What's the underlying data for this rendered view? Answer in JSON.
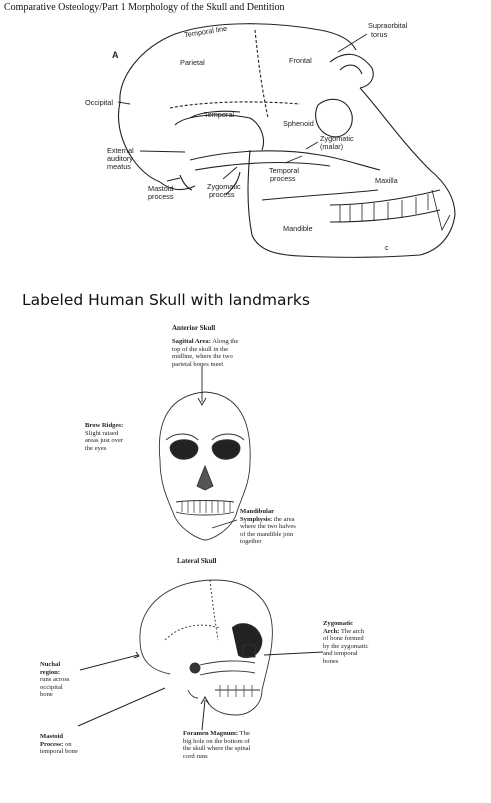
{
  "header": "Comparative Osteology/Part 1 Morphology of the Skull and Dentition",
  "ape_skull": {
    "panel_letter": "A",
    "corner_letter": "c",
    "labels": {
      "temporal_line": "Temporal line",
      "supraorbital_torus_1": "Supraorbital",
      "supraorbital_torus_2": "torus",
      "parietal": "Parietal",
      "frontal": "Frontal",
      "occipital": "Occipital",
      "temporal": "Temporal",
      "sphenoid": "Sphenoid",
      "zygomatic_malar_1": "Zygomatic",
      "zygomatic_malar_2": "(malar)",
      "ext_auditory_1": "External",
      "ext_auditory_2": "auditory",
      "ext_auditory_3": "meatus",
      "temporal_process_1": "Temporal",
      "temporal_process_2": "process",
      "maxilla": "Maxilla",
      "mastoid_1": "Mastoid",
      "mastoid_2": "process",
      "zygomatic_process_1": "Zygomatic",
      "zygomatic_process_2": "process",
      "mandible": "Mandible"
    }
  },
  "section_title": "Labeled Human Skull with landmarks",
  "human_skull": {
    "anterior_caption": "Anterior Skull",
    "lateral_caption": "Lateral Skull",
    "sagittal": {
      "term": "Sagittal Area:",
      "text": [
        "Along the",
        "top of the skull in the",
        "midline, where the two",
        "parietal bones meet"
      ]
    },
    "brow": {
      "term": "Brow Ridges:",
      "text": [
        "Slight raised",
        "areas just over",
        "the eyes"
      ]
    },
    "mandibular": {
      "term1": "Mandibular",
      "term2": "Symphysis:",
      "text": [
        "the area",
        "where the two halves",
        "of the mandible join",
        "together"
      ]
    },
    "zygomatic_arch": {
      "term1": "Zygomatic",
      "term2": "Arch:",
      "text": [
        "The arch",
        "of bone formed",
        "by the zygomatic",
        "and temporal",
        "bones"
      ]
    },
    "nuchal": {
      "term1": "Nuchal",
      "term2": "region:",
      "text": [
        "runs across",
        "occipital",
        "bone"
      ]
    },
    "mastoid": {
      "term1": "Mastoid",
      "term2": "Process:",
      "text": [
        "on",
        "temporal bone"
      ]
    },
    "foramen": {
      "term": "Foramen Magnum:",
      "text": [
        "The",
        "big hole on the bottom of",
        "the skull where the spinal",
        "cord runs"
      ]
    }
  }
}
